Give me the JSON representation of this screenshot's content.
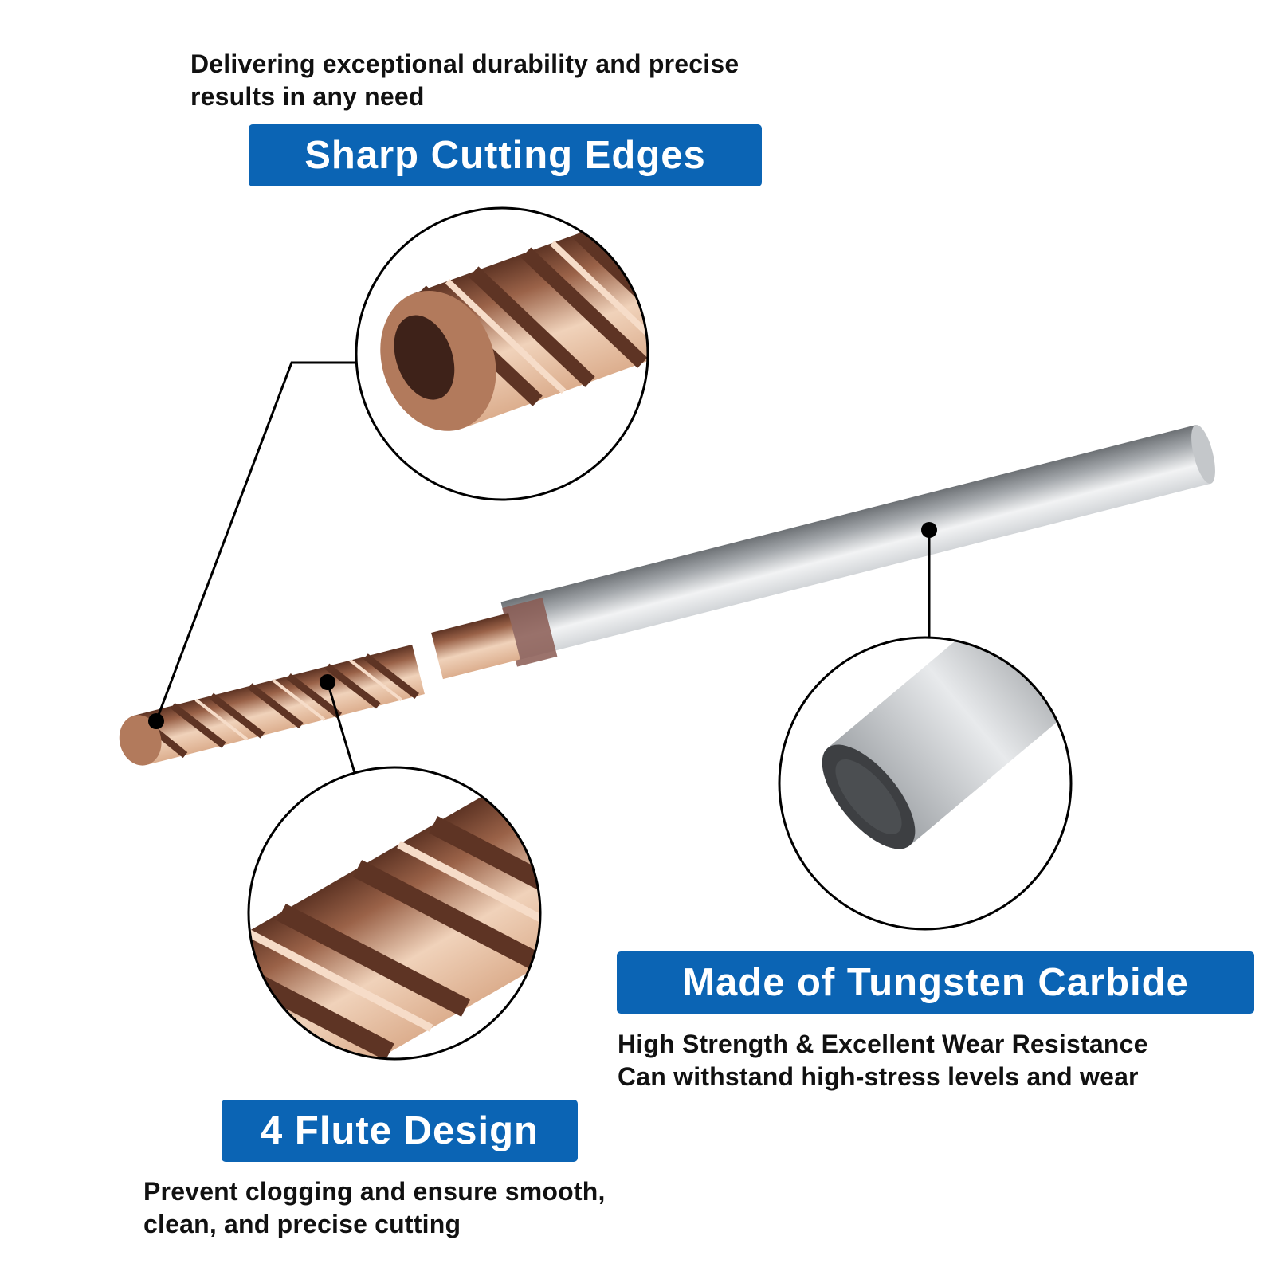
{
  "sharp": {
    "desc": [
      "Delivering exceptional durability and precise",
      "results in any need"
    ],
    "badge": "Sharp Cutting Edges"
  },
  "flute": {
    "badge": "4 Flute Design",
    "desc": [
      "Prevent clogging and ensure smooth,",
      "clean, and precise cutting"
    ]
  },
  "carbide": {
    "badge": "Made of Tungsten Carbide",
    "desc": [
      "High Strength & Excellent Wear Resistance",
      "Can withstand high-stress levels and wear"
    ]
  },
  "colors": {
    "badge_bg": "#0b64b4",
    "badge_text": "#ffffff",
    "text": "#111111",
    "copper": "#9a6248",
    "steel": "#a7aaae"
  }
}
